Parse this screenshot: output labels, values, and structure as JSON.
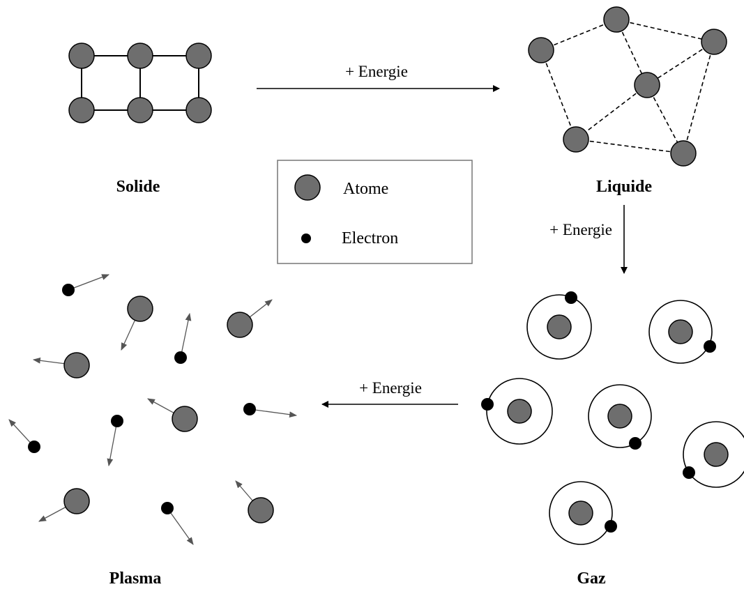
{
  "states": {
    "solid": "Solide",
    "liquid": "Liquide",
    "gas": "Gaz",
    "plasma": "Plasma"
  },
  "transitions": {
    "solid_to_liquid": "+ Energie",
    "liquid_to_gas": "+ Energie",
    "gas_to_plasma": "+ Energie"
  },
  "legend": {
    "atom": "Atome",
    "electron": "Electron"
  },
  "colors": {
    "atom_fill": "#6e6e6e",
    "electron_fill": "#000000",
    "plasma_arrow": "#555555"
  }
}
